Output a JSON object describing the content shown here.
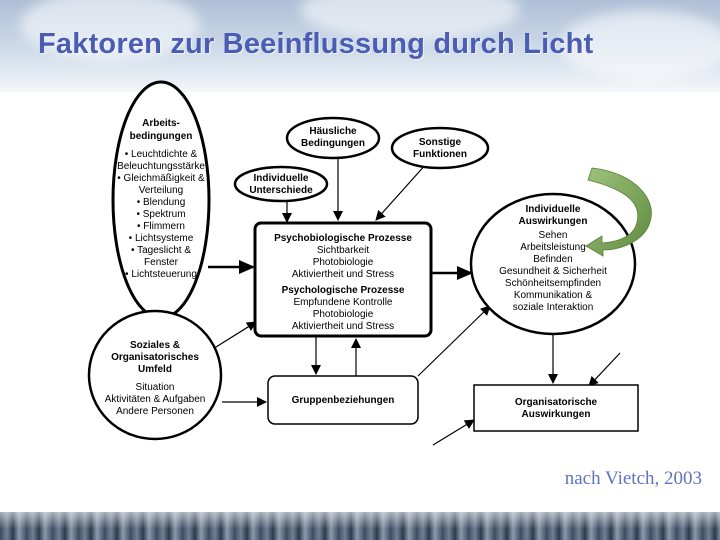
{
  "slide": {
    "title": "Faktoren zur Beeinflussung durch Licht",
    "citation": "nach Vietch, 2003"
  },
  "diagram": {
    "arbeitsbedingungen": {
      "title_lines": [
        "Arbeits-",
        "bedingungen"
      ],
      "lines": [
        "• Leuchtdichte &",
        "Beleuchtungsstärke",
        "• Gleichmäßigkeit &",
        "Verteilung",
        "• Blendung",
        "• Spektrum",
        "• Flimmern",
        "• Lichtsysteme",
        "• Tageslicht &",
        "Fenster",
        "• Lichtsteuerung"
      ]
    },
    "haeusliche": {
      "title_lines": [
        "Häusliche",
        "Bedingungen"
      ]
    },
    "individuelle_unterschiede": {
      "title_lines": [
        "Individuelle",
        "Unterschiede"
      ]
    },
    "sonstige": {
      "title_lines": [
        "Sonstige",
        "Funktionen"
      ]
    },
    "prozesse": {
      "psychobiologische_title": "Psychobiologische Prozesse",
      "psychobiologische_lines": [
        "Sichtbarkeit",
        "Photobiologie",
        "Aktiviertheit und Stress"
      ],
      "psychologische_title": "Psychologische Prozesse",
      "psychologische_lines": [
        "Empfundene Kontrolle",
        "Photobiologie",
        "Aktiviertheit und Stress"
      ]
    },
    "individuelle_auswirkungen": {
      "title_lines": [
        "Individuelle",
        "Auswirkungen"
      ],
      "lines": [
        "Sehen",
        "Arbeitsleistung",
        "Befinden",
        "Gesundheit & Sicherheit",
        "Schönheitsempfinden",
        "Kommunikation &",
        "soziale Interaktion"
      ]
    },
    "soziales": {
      "title_lines": [
        "Soziales &",
        "Organisatorisches",
        "Umfeld"
      ],
      "lines": [
        "Situation",
        "Aktivitäten & Aufgaben",
        "Andere Personen"
      ]
    },
    "gruppenbeziehungen": {
      "title": "Gruppenbeziehungen"
    },
    "organisatorische": {
      "title_lines": [
        "Organisatorische",
        "Auswirkungen"
      ]
    }
  },
  "colors": {
    "title": "#4a5db3",
    "citation": "#5f73bd",
    "curved_arrow": "#6e9a4a",
    "lines": "#000000"
  }
}
